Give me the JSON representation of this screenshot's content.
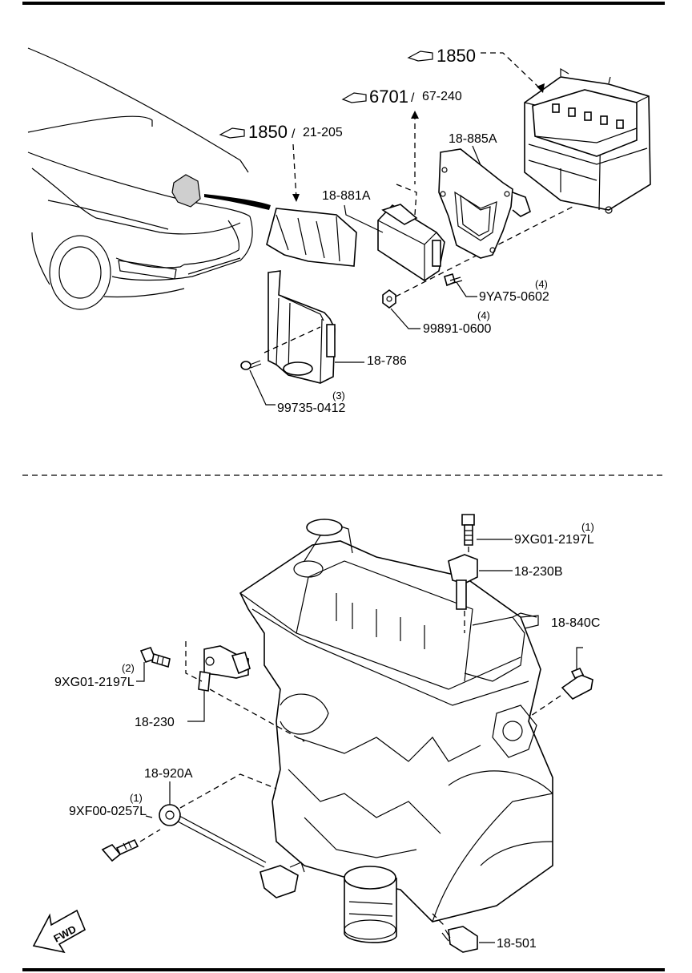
{
  "refs": {
    "battery_ref": "1850",
    "engine_room_ref": "1850",
    "engine_room_sub": "21-205",
    "pcm_ref": "6701",
    "pcm_sub": "67-240",
    "separator": "/"
  },
  "upper_parts": [
    {
      "id": "bracket-885a",
      "label": "18-885A"
    },
    {
      "id": "pcm-881a",
      "label": "18-881A"
    },
    {
      "id": "bolt-9ya75",
      "label": "9YA75-0602",
      "qty": "(4)"
    },
    {
      "id": "nut-99891",
      "label": "99891-0600",
      "qty": "(4)"
    },
    {
      "id": "bracket-786",
      "label": "18-786"
    },
    {
      "id": "screw-99735",
      "label": "99735-0412",
      "qty": "(3)"
    }
  ],
  "lower_parts": [
    {
      "id": "bolt-9xg01-top",
      "label": "9XG01-2197L",
      "qty": "(1)"
    },
    {
      "id": "sensor-230b",
      "label": "18-230B"
    },
    {
      "id": "sensor-840c",
      "label": "18-840C"
    },
    {
      "id": "bolt-9xg01-left",
      "label": "9XG01-2197L",
      "qty": "(2)"
    },
    {
      "id": "sensor-230",
      "label": "18-230"
    },
    {
      "id": "knock-920a",
      "label": "18-920A"
    },
    {
      "id": "bolt-9xf00",
      "label": "9XF00-0257L",
      "qty": "(1)"
    },
    {
      "id": "sensor-501",
      "label": "18-501"
    }
  ],
  "fwd_label": "FWD"
}
